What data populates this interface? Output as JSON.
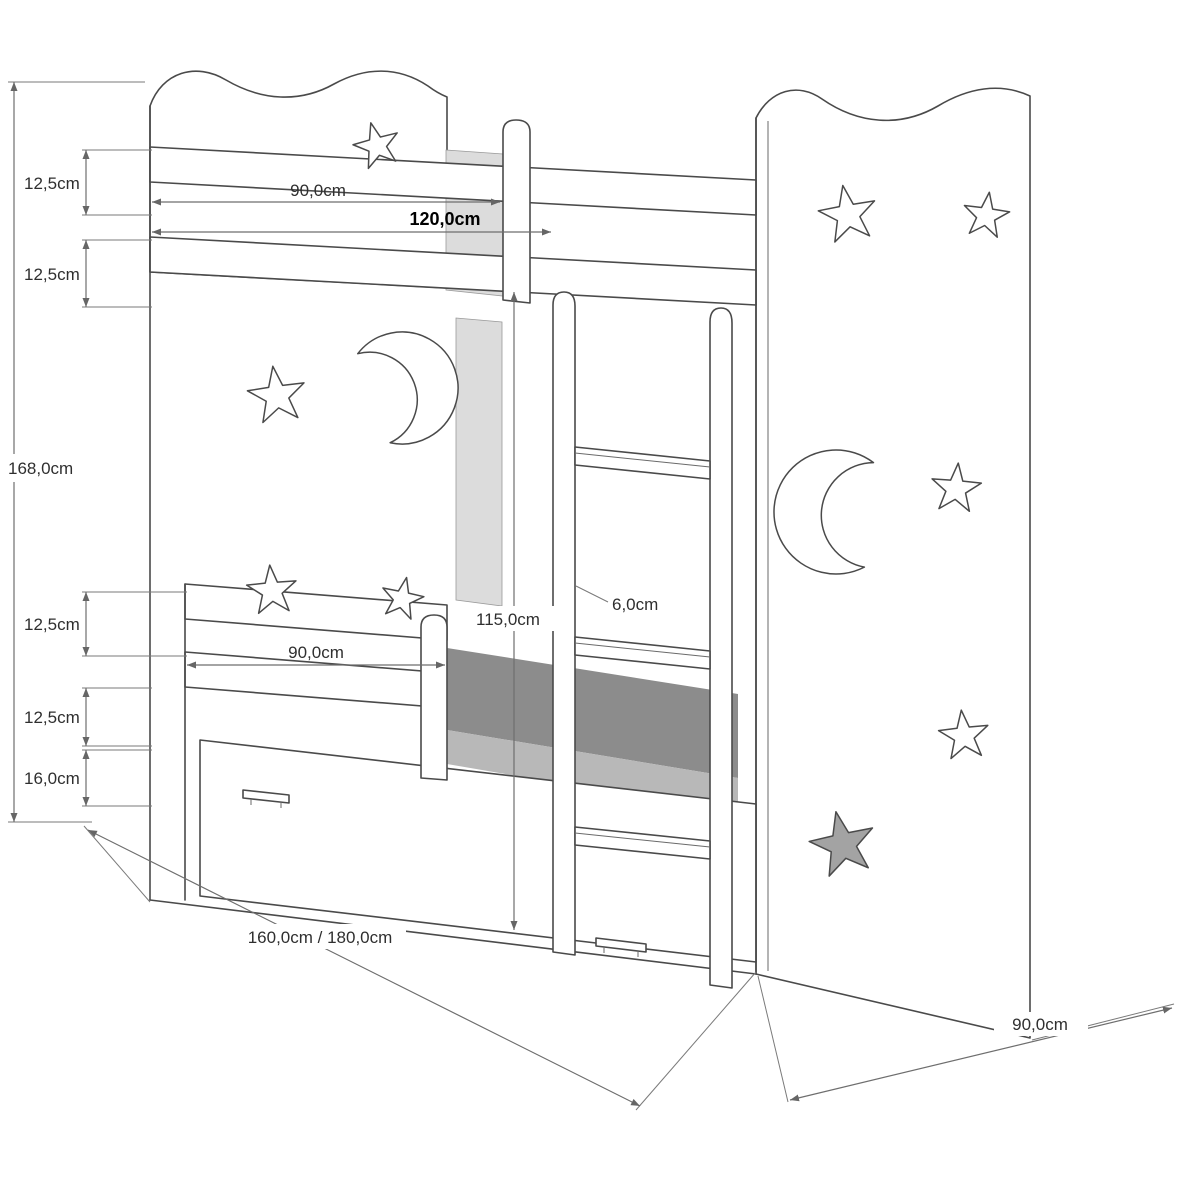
{
  "diagram": {
    "subject": "Children's bunk bed technical drawing with drawer, ladder, star and moon cutouts",
    "units": "cm",
    "dimension_labels": {
      "total_height": "168,0cm",
      "top_rail_a": "12,5cm",
      "top_rail_b": "12,5cm",
      "top_width": "90,0cm",
      "top_length": "120,0cm",
      "bottom_rail_a": "12,5cm",
      "bottom_width": "90,0cm",
      "bottom_rail_b": "12,5cm",
      "drawer_height": "16,0cm",
      "ladder_height": "115,0cm",
      "plank_thickness": "6,0cm",
      "bed_length_options": "160,0cm / 180,0cm",
      "bed_depth": "90,0cm"
    },
    "colors": {
      "line": "#4a4a4a",
      "dimension_line": "#6e6e6e",
      "text": "#2f2f2f",
      "bold_text": "#000000",
      "shade_light": "#dcdcdc",
      "shade_mid": "#b8b8b8",
      "shade_dark": "#8c8c8c",
      "filled_star": "#a3a3a3",
      "background": "#ffffff"
    }
  }
}
